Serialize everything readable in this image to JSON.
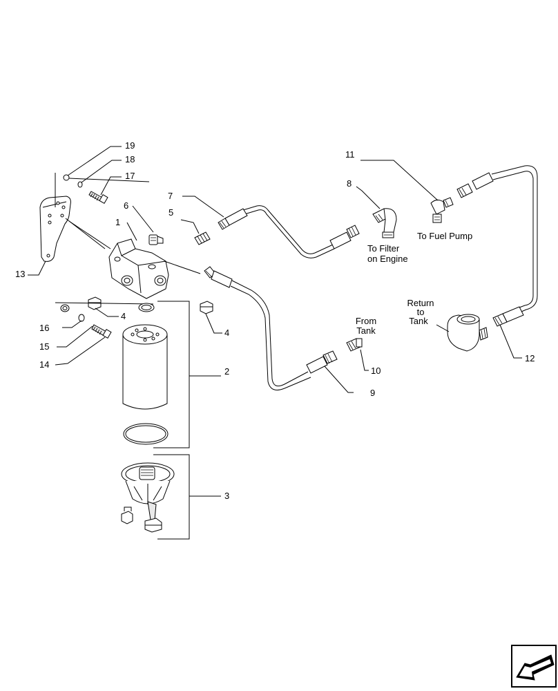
{
  "callouts": {
    "c1": "1",
    "c2": "2",
    "c3": "3",
    "c4a": "4",
    "c4b": "4",
    "c5": "5",
    "c6": "6",
    "c7": "7",
    "c8": "8",
    "c9": "9",
    "c10": "10",
    "c11": "11",
    "c12": "12",
    "c13": "13",
    "c14": "14",
    "c15": "15",
    "c16": "16",
    "c17": "17",
    "c18": "18",
    "c19": "19"
  },
  "notes": {
    "to_filter": [
      "To Filter",
      "on Engine"
    ],
    "to_fuel_pump": "To Fuel Pump",
    "from_tank": [
      "From",
      "Tank"
    ],
    "return_to_tank": [
      "Return",
      "to",
      "Tank"
    ]
  },
  "nav": {
    "icon": "arrow-back-icon"
  }
}
